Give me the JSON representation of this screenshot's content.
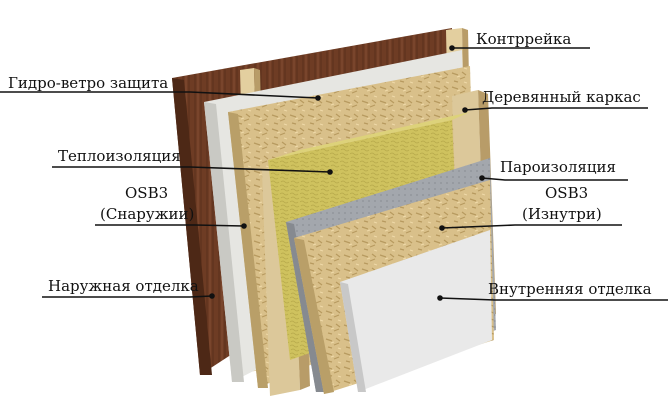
{
  "colors": {
    "exterior_finish": "#6e3c24",
    "osb": "#d9c08a",
    "insulation": "#cfc25e",
    "membrane": "#e6e6e2",
    "vapor_barrier": "#a3a7ad",
    "interior_finish": "#e9e9e9",
    "timber": "#dcc89a"
  },
  "labels": {
    "counter_batten": "Контррейка",
    "wind_water_barrier": "Гидро-ветро защита",
    "wooden_frame": "Деревянный каркас",
    "insulation": "Теплоизоляция",
    "vapor_barrier": "Пароизоляция",
    "osb_outside_1": "OSB3",
    "osb_outside_2": "(Снаружии)",
    "osb_inside_1": "OSB3",
    "osb_inside_2": "(Изнутри)",
    "exterior_finish": "Наружная отделка",
    "interior_finish": "Внутренняя отделка"
  }
}
